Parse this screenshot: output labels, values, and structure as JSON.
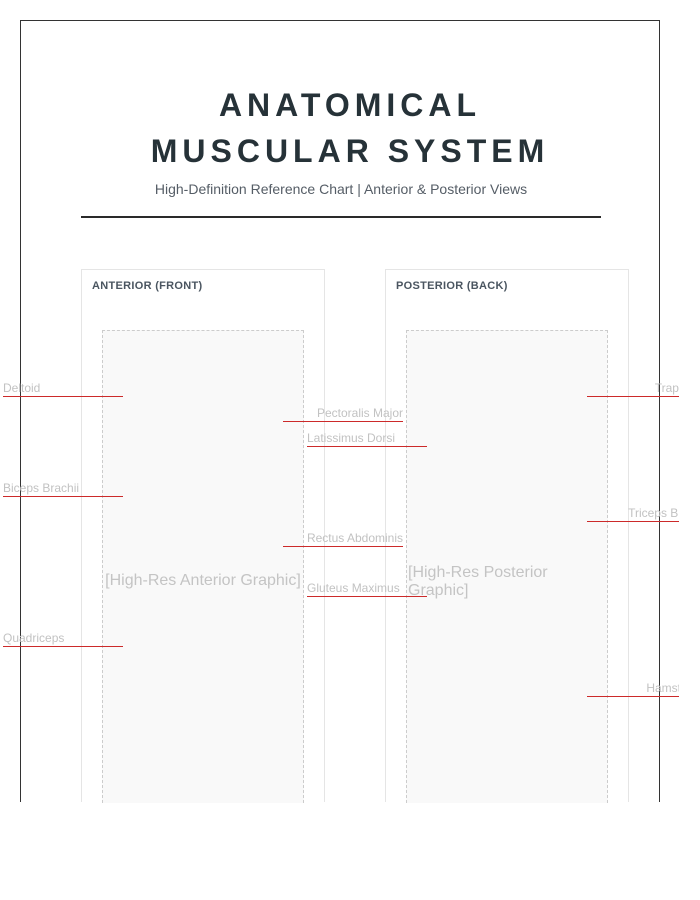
{
  "header": {
    "title_line1": "ANATOMICAL",
    "title_line2": "MUSCULAR SYSTEM",
    "subtitle": "High-Definition Reference Chart | Anterior & Posterior Views"
  },
  "panels": {
    "anterior": {
      "title": "ANTERIOR (FRONT)",
      "placeholder": "[High-Res Anterior Graphic]"
    },
    "posterior": {
      "title": "POSTERIOR (BACK)",
      "placeholder": "[High-Res Posterior Graphic]"
    }
  },
  "labels": {
    "deltoid": "Deltoid",
    "pectoralis_major": "Pectoralis Major",
    "latissimus_dorsi": "Latissimus Dorsi",
    "biceps_brachii": "Biceps Brachii",
    "rectus_abdominis": "Rectus Abdominis",
    "gluteus_maximus": "Gluteus Maximus",
    "quadriceps": "Quadriceps",
    "trapezius": "Trapezius",
    "triceps_brachii": "Triceps Brachii",
    "hamstrings": "Hamstrings"
  },
  "colors": {
    "leader_line": "#cc2a2a",
    "title": "#263238",
    "label_text": "#c2c2c2"
  }
}
